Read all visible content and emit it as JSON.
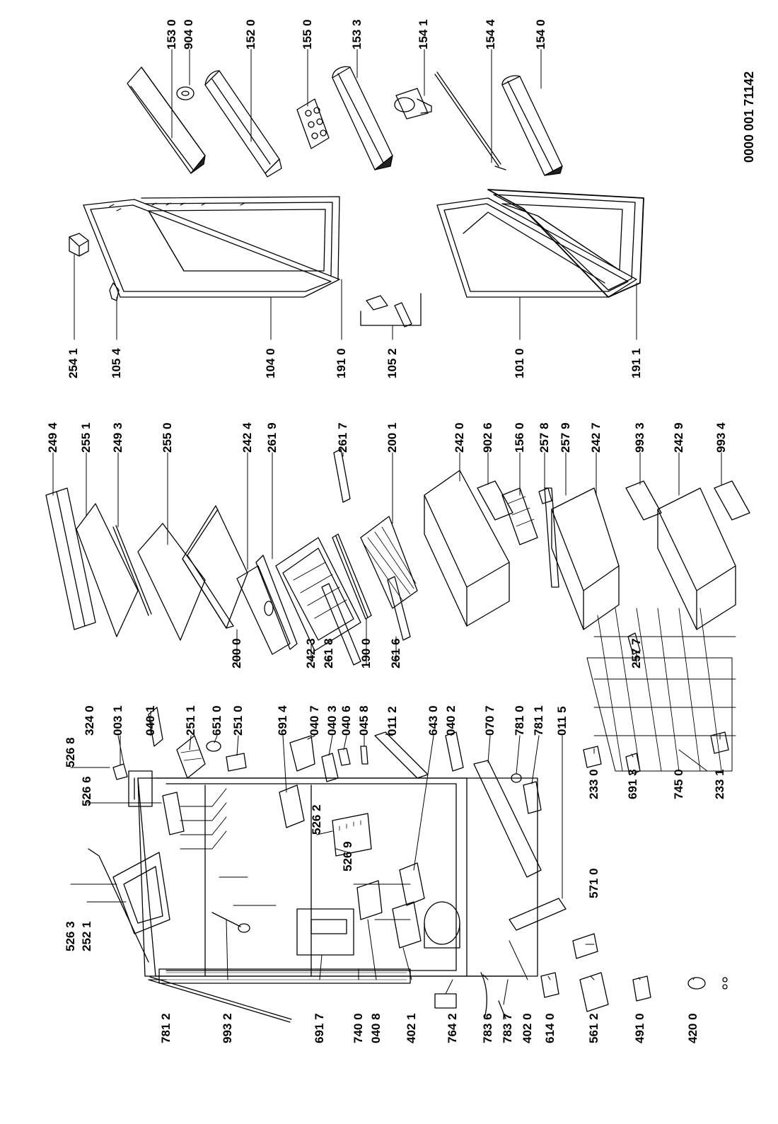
{
  "document_number": "0000 001 71142",
  "labels": [
    "153 0",
    "904 0",
    "152 0",
    "155 0",
    "153 3",
    "154 1",
    "154 4",
    "154 0",
    "254 1",
    "105 4",
    "104 0",
    "191 0",
    "105 2",
    "101 0",
    "191 1",
    "249 4",
    "255 1",
    "249 3",
    "255 0",
    "242 4",
    "261 9",
    "261 7",
    "200 1",
    "242 0",
    "902 6",
    "156 0",
    "257 8",
    "257 9",
    "242 7",
    "993 3",
    "242 9",
    "993 4",
    "200 0",
    "242 3",
    "261 8",
    "190 0",
    "261 6",
    "257 7",
    "324 0",
    "003 1",
    "040 1",
    "251 1",
    "651 0",
    "251 0",
    "691 4",
    "040 7",
    "040 3",
    "040 6",
    "045 8",
    "011 2",
    "643 0",
    "040 2",
    "070 7",
    "781 0",
    "781 1",
    "011 5",
    "526 8",
    "526 6",
    "526 2",
    "526 9",
    "526 3",
    "252 1",
    "233 0",
    "691 3",
    "745 0",
    "233 1",
    "571 0",
    "781 2",
    "993 2",
    "691 7",
    "740 0",
    "040 8",
    "402 1",
    "764 2",
    "783 6",
    "783 7",
    "402 0",
    "614 0",
    "561 2",
    "491 0",
    "420 0"
  ]
}
